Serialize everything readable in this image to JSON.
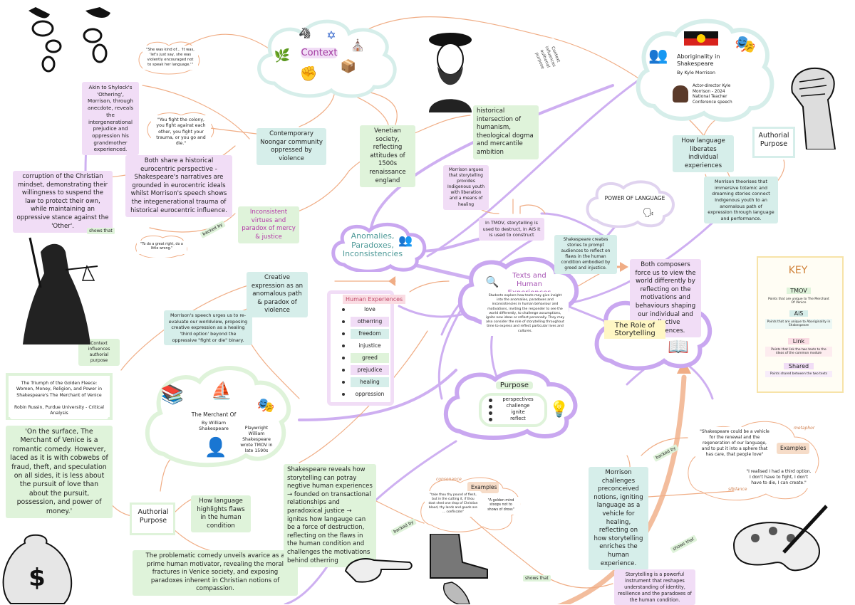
{
  "context": {
    "title": "Context",
    "noongar": "Contemporary Noongar community oppressed by violence",
    "venetian": "Venetian society, reflecting attitudes of 1500s renaissance england",
    "historical": "historical intersection of humanism, theological dogma and mercantile ambition",
    "influences_top": "Context influences authorial purpose",
    "influences_left": "Context influences authorial purpose"
  },
  "aboriginality": {
    "title": "Aboriginality in Shakespeare",
    "author": "By Kyle Morrison",
    "bio": "Actor-director Kyle Morrison - 2024 National Teacher Conference speech",
    "language_liberates": "How language liberates individual experiences",
    "authorial": "Authorial Purpose",
    "theorises": "Morrison theorises that immersive totemic and dreaming stories connect Indigenous youth to an anomalous path of expression through language and performance."
  },
  "anomalies": {
    "title": "Anomalies, Paradoxes, Inconsistencies",
    "inconsistent": "Inconsistent virtues and paradox of mercy & justice",
    "creative": "Creative expression as an anomalous path & paradox of violence",
    "morrison_speech": "Morrison's speech urges us to re-evaluate our worldview, proposing creative expression as a healing 'third option' beyond the oppressive \"fight or die\" binary.",
    "great_right": "\"To do a great right, do a little wrong.\""
  },
  "left_column": {
    "shylock": "Akin to Shylock's 'Othering', Morrison, through anecdote, reveals the intergenerational prejudice and oppression his grandmother experienced.",
    "slang_quote": "\"She was kind of... 'It was, 'let's just say, she was violently encouraged not to speak her language.'\"",
    "fight_colony": "\"You fight the colony, you fight against each other, you fight your trauma, or you go and die.\"",
    "eurocentric": "Both share a historical eurocentric perspective - Shakespeare's narratives are grounded in eurocentric ideals whilst Morrison's speech shows the integenerational trauma of historical eurocentric influence.",
    "corruption": "corruption of the Christian mindset, demonstrating their willingness to suspend the law to protect their own, while maintaining an oppressive stance against the 'Other'.",
    "shows_that": "shows that",
    "backed_by": "backed by"
  },
  "center": {
    "morrison_argues": "Morrison argues that storytelling provides Indigenous youth with liberation and a means of healing",
    "destruct": "In TMOV, storytelling is used to destruct, in AiS it is used to construct",
    "creates_stories": "Shakespeare creates stories to prompt audiences to reflect on flaws in the human condition embodied by greed and injustice.",
    "power_language": "POWER OF LANGUAGE",
    "both_composers": "Both composers force us to view the world differently by reflecting on the motivations and behaviours shaping our individual and collective experiences.",
    "texts_title": "Texts and Human Experiences",
    "texts_body": "Students explore how texts may give insight into the anomalies, paradoxes and inconsistencies in human behaviour and motivations, inviting the responder to see the world differently, to challenge assumptions, ignite new ideas or reflect personally. They may also consider the role of storytelling throughout time to express and reflect particular lives and cultures.",
    "role_storytelling": "The Role of Storytelling"
  },
  "human_experiences": {
    "title": "Human Experiences",
    "items": [
      "love",
      "otherring",
      "freedom",
      "injustice",
      "greed",
      "prejudice",
      "healing",
      "oppression"
    ]
  },
  "purpose": {
    "title": "Purpose",
    "items": [
      "perspectives",
      "challenge",
      "ignite",
      "reflect"
    ]
  },
  "merchant": {
    "title": "The Merchant Of",
    "author": "By William Shakespeare",
    "written": "Playwright William Shakespeare wrote TMOV in late 1590s",
    "triumph": "The Triumph of the Golden Fleece: Women, Money, Religion, and Power in Shakespeare's The Merchant of Venice",
    "russin": "Robin Russin, Purdue University - Critical Analysis",
    "surface_quote": "'On the surface, The Merchant of Venice is a romantic comedy. However, laced as it is with cobwebs of fraud, theft, and speculation on all sides, it is less about the pursuit of love than about the pursuit, possession, and power of money.'",
    "authorial": "Authorial Purpose",
    "language_flaws": "How language highlights flaws in the human condition",
    "problematic": "The problematic comedy unveils avarice as a prime human motivator, revealing the moral fractures in Venice society, and exposing paradoxes inherent in Christian notions of compassion.",
    "negative": "Shakespeare reveals how storytelling can potray negtive human experiences → founded on transactional relationships and paradoxical justice → ignites how langauge can be a force of destruction, reflecting on the flaws in the human condition and challenges the motivations behind otherring",
    "consonance": "consonance",
    "examples": "Examples",
    "pound_quote": "\"take thou thy pound of flesh, but in the cutting it, if thou dost shed one drop of Christian blood, thy lands and goods are ... confiscate\"",
    "golden_quote": "\"A golden mind stoops not to shows of dross\"",
    "backed_by": "backed by",
    "shows_that": "shows that"
  },
  "right_bottom": {
    "vehicle_quote": "\"Shakespeare could be a vehicle for the renewal and the regeneration of our language, and to put it into a sphere that has care, that people love\"",
    "metaphor": "metaphor",
    "examples": "Examples",
    "third_option": "\"I realised I had a third option. I don't have to fight, I don't have to die, I can create.\"",
    "sibilance": "sibilance",
    "challenges": "Morrison challenges preconceived notions, igniting language as a vehicle for healing, reflecting on how storytelling enriches the human experience.",
    "powerful": "Storytelling is a powerful instrument that reshapes understanding of identity, resilience and the paradoxes of the human condition.",
    "backed_by": "backed by",
    "shows_that": "shows that"
  },
  "key": {
    "title": "KEY",
    "items": [
      {
        "label": "TMOV",
        "desc": "Points that are unique to The Merchant Of Venice"
      },
      {
        "label": "AiS",
        "desc": "Points that are unique to Aboriginality in Shakespeare"
      },
      {
        "label": "Link",
        "desc": "Points that link the two texts to the ideas of the common module"
      },
      {
        "label": "Shared",
        "desc": "Points shared between the two texts"
      }
    ]
  },
  "icons": {
    "money-bag": "$"
  },
  "colors": {
    "purple_line": "#c9a7f0",
    "orange_line": "#f0ad85",
    "tmov": "#dff3da",
    "ais": "#d6eeea",
    "link": "#fadce3",
    "shared": "#f1ddf6"
  }
}
